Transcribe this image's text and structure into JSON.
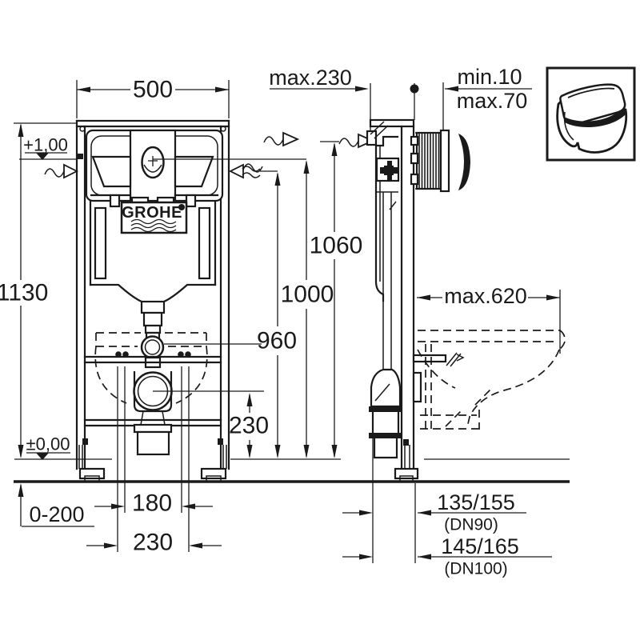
{
  "brand": "GROHE",
  "front": {
    "width_top": "500",
    "height_total": "1130",
    "level_top": "+1,00",
    "level_floor": "±0,00",
    "floor_offset": "0-200",
    "bolt_spacing": "180",
    "outlet_spacing": "230",
    "outlet_height": "230"
  },
  "side": {
    "top_depth": "max.230",
    "wall_min": "min.10",
    "wall_max": "max.70",
    "h_flush": "1060",
    "h_meter": "1000",
    "h_supply": "960",
    "bowl_depth": "max.620",
    "dn90_value": "135/155",
    "dn90_name": "(DN90)",
    "dn100_value": "145/165",
    "dn100_name": "(DN100)"
  }
}
